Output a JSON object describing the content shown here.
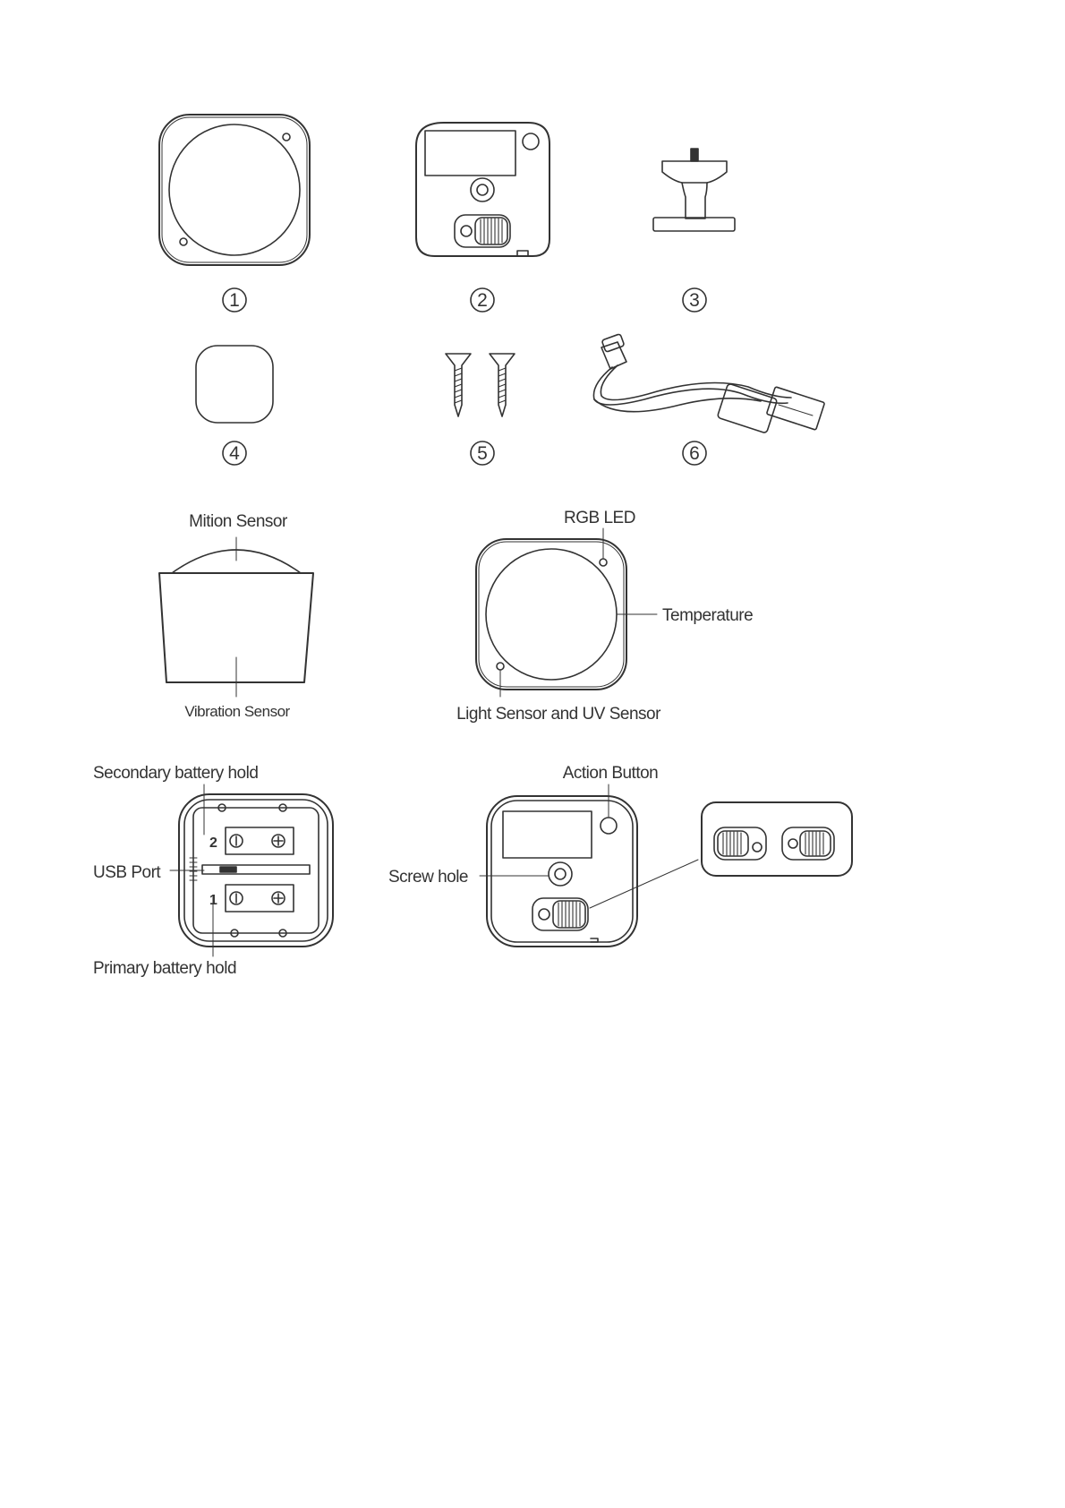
{
  "parts": [
    {
      "number": "1",
      "icon": "sensor-front-icon"
    },
    {
      "number": "2",
      "icon": "back-plate-icon"
    },
    {
      "number": "3",
      "icon": "mount-bracket-icon"
    },
    {
      "number": "4",
      "icon": "adhesive-pad-icon"
    },
    {
      "number": "5",
      "icon": "screws-icon"
    },
    {
      "number": "6",
      "icon": "usb-cable-icon"
    }
  ],
  "labels": {
    "motion_sensor": "Mition Sensor",
    "vibration_sensor": "Vibration Sensor",
    "rgb_led": "RGB LED",
    "temperature": "Temperature",
    "light_uv_sensor": "Light Sensor and UV Sensor",
    "secondary_battery": "Secondary battery hold",
    "usb_port": "USB Port",
    "primary_battery": "Primary battery hold",
    "action_button": "Action Button",
    "screw_hole": "Screw hole"
  },
  "battery_slots": {
    "secondary": "2",
    "primary": "1"
  },
  "colors": {
    "line": "#333333",
    "background": "#ffffff"
  }
}
